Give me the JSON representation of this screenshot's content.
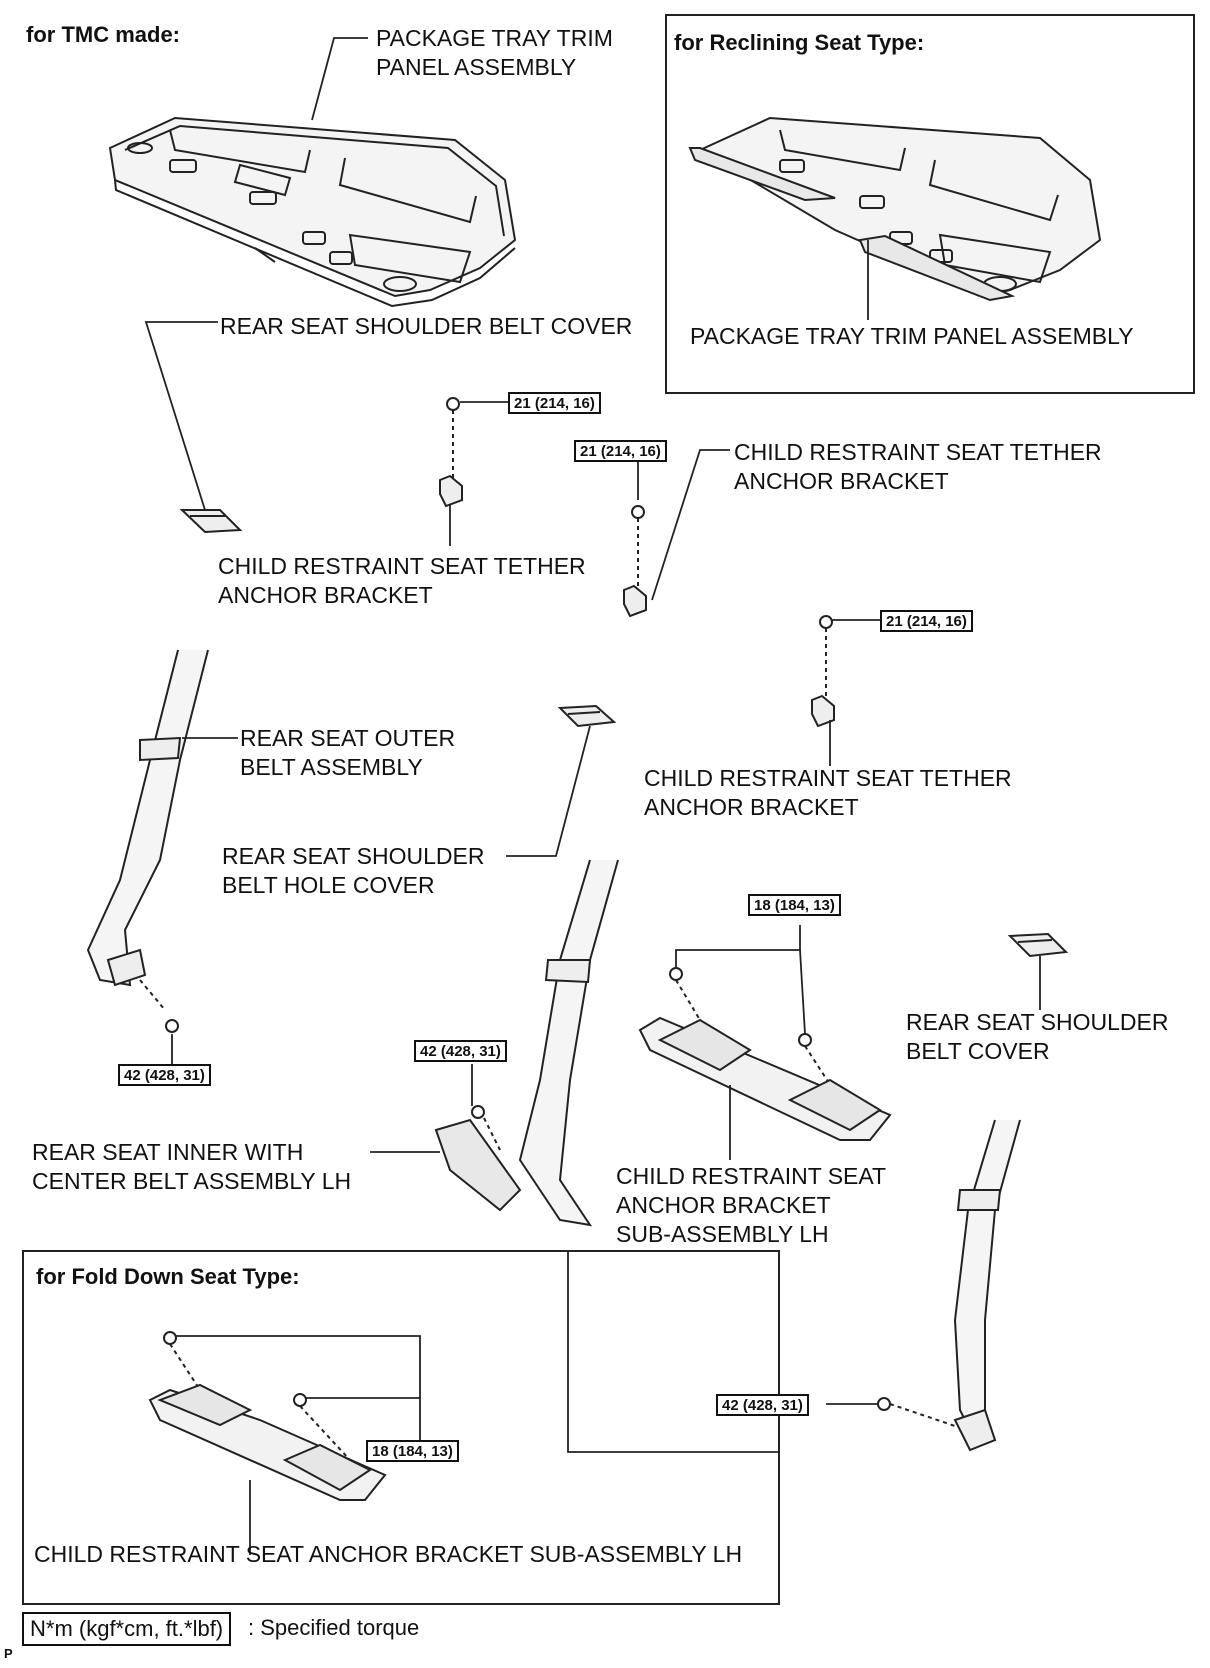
{
  "headers": {
    "tmc": "for TMC made:",
    "reclining": "for Reclining Seat Type:",
    "fold_down": "for Fold Down Seat Type:"
  },
  "labels": {
    "package_tray_main": "PACKAGE TRAY TRIM\nPANEL ASSEMBLY",
    "package_tray_reclining": "PACKAGE TRAY TRIM PANEL ASSEMBLY",
    "shoulder_belt_cover_left": "REAR SEAT SHOULDER BELT COVER",
    "tether_bracket_left": "CHILD RESTRAINT SEAT TETHER\nANCHOR BRACKET",
    "tether_bracket_center": "CHILD RESTRAINT SEAT TETHER\nANCHOR BRACKET",
    "tether_bracket_right": "CHILD RESTRAINT SEAT TETHER\nANCHOR BRACKET",
    "outer_belt": "REAR SEAT OUTER\nBELT ASSEMBLY",
    "belt_hole_cover": "REAR SEAT SHOULDER\nBELT HOLE COVER",
    "shoulder_belt_cover_right": "REAR SEAT SHOULDER\nBELT COVER",
    "inner_center_belt": "REAR SEAT INNER WITH\nCENTER BELT ASSEMBLY LH",
    "anchor_bracket_sub": "CHILD RESTRAINT SEAT\nANCHOR BRACKET\nSUB-ASSEMBLY LH",
    "anchor_bracket_fold": "CHILD RESTRAINT SEAT ANCHOR BRACKET SUB-ASSEMBLY LH"
  },
  "torques": {
    "t1": "21 (214, 16)",
    "t2": "21 (214, 16)",
    "t3": "21 (214, 16)",
    "t4": "42 (428, 31)",
    "t5": "42 (428, 31)",
    "t6": "18 (184, 13)",
    "t7": "42 (428, 31)",
    "t8": "18 (184, 13)"
  },
  "legend": {
    "unit_box": "N*m (kgf*cm, ft.*lbf)",
    "description": ": Specified torque"
  },
  "footer_mark": "P"
}
